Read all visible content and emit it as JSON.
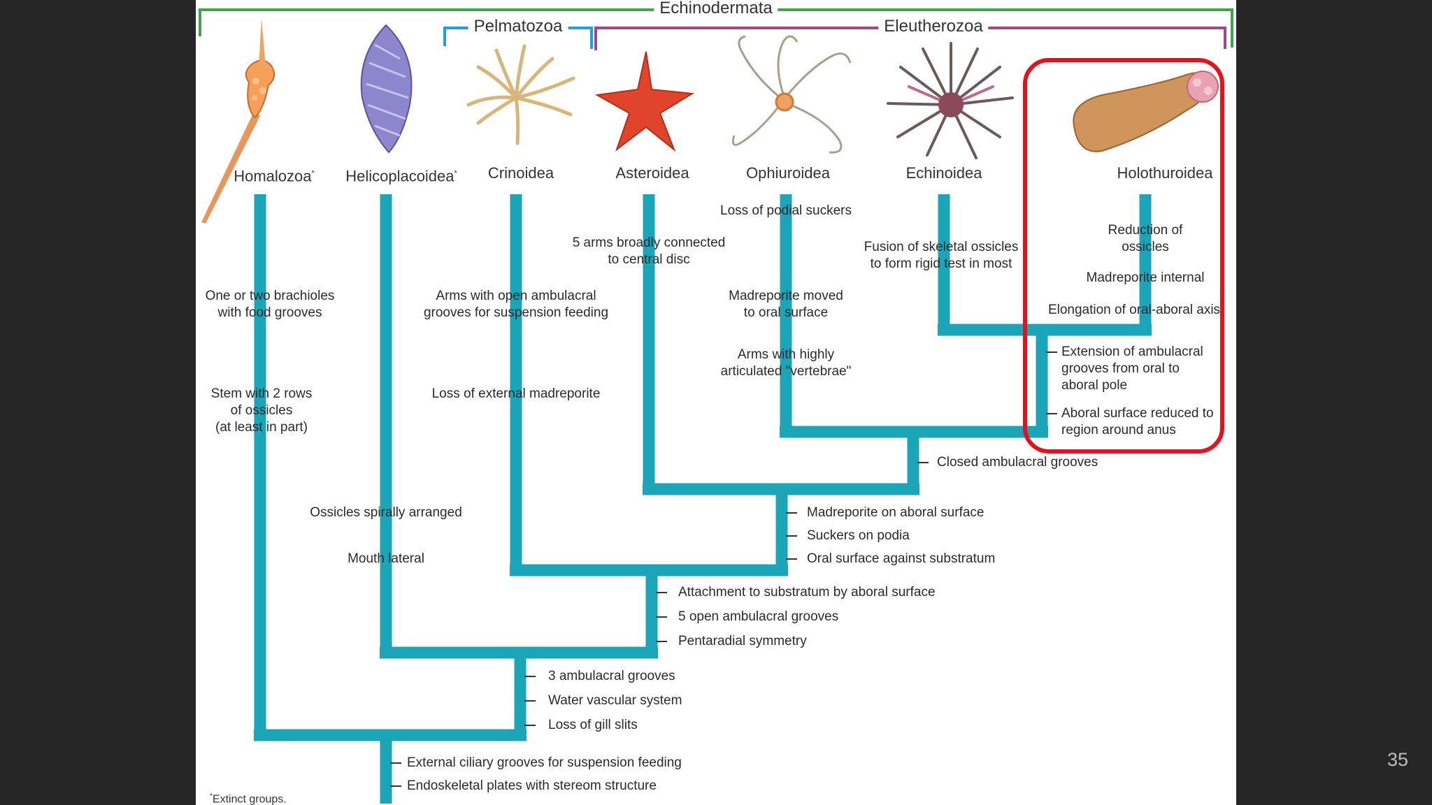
{
  "groups": {
    "echinodermata": "Echinodermata",
    "pelmatozoa": "Pelmatozoa",
    "eleutherozoa": "Eleutherozoa"
  },
  "taxa": [
    {
      "id": "homalozoa",
      "name": "Homalozoa",
      "extinct_mark": "*"
    },
    {
      "id": "helicoplacoidea",
      "name": "Helicoplacoidea",
      "extinct_mark": "*"
    },
    {
      "id": "crinoidea",
      "name": "Crinoidea"
    },
    {
      "id": "asteroidea",
      "name": "Asteroidea"
    },
    {
      "id": "ophiuroidea",
      "name": "Ophiuroidea"
    },
    {
      "id": "echinoidea",
      "name": "Echinoidea"
    },
    {
      "id": "holothuroidea",
      "name": "Holothuroidea"
    }
  ],
  "branch_traits": {
    "homalozoa": [
      "One or two brachioles\nwith food grooves",
      "Stem with 2 rows\nof ossicles\n(at least in part)"
    ],
    "helicoplacoidea": [
      "Ossicles spirally arranged",
      "Mouth lateral"
    ],
    "crinoidea": [
      "Arms with open ambulacral\ngrooves for suspension feeding",
      "Loss of external madreporite"
    ],
    "asteroidea": [
      "5 arms broadly connected\nto central disc"
    ],
    "ophiuroidea": [
      "Loss of podial suckers",
      "Madreporite moved\nto oral surface",
      "Arms with highly\narticulated \"vertebrae\""
    ],
    "echinoidea": [
      "Fusion of skeletal ossicles\nto form rigid test in most"
    ],
    "holothuroidea": [
      "Reduction of\nossicles",
      "Madreporite internal",
      "Elongation of oral-aboral axis"
    ]
  },
  "node_traits": {
    "echinozoa": [
      "Extension of ambulacral\ngrooves from oral to\naboral pole",
      "Aboral surface reduced to\nregion around anus"
    ],
    "cryptosyringida": [
      "Closed ambulacral grooves"
    ],
    "eleutherozoa": [
      "Madreporite on aboral surface",
      "Suckers on podia",
      "Oral surface against substratum"
    ],
    "pentaradiata": [
      "Attachment to substratum by aboral surface",
      "5 open ambulacral grooves",
      "Pentaradial symmetry"
    ],
    "helico_pentaradiata": [
      "3 ambulacral grooves",
      "Water vascular system",
      "Loss of gill slits"
    ],
    "echinodermata": [
      "External ciliary grooves for suspension feeding",
      "Endoskeletal plates with stereom structure"
    ]
  },
  "footnote": {
    "mark": "*",
    "text": "Extinct groups."
  },
  "page_number": "35",
  "colors": {
    "branch": "#1aa6b8",
    "echinodermata_bracket": "#3aa84a",
    "pelmatozoa_bracket": "#1e9fe0",
    "eleutherozoa_bracket": "#a0478f",
    "highlight": "#e8101a",
    "background": "#262626"
  }
}
